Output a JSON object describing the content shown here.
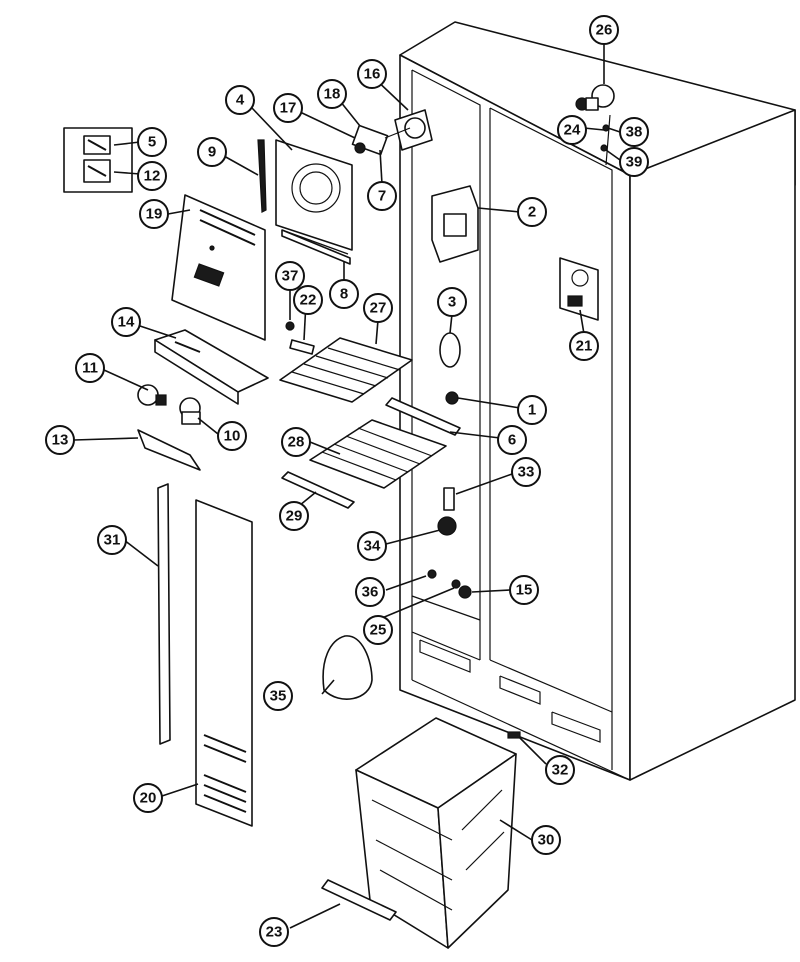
{
  "callouts": [
    {
      "id": "c1",
      "label": "1"
    },
    {
      "id": "c2",
      "label": "2"
    },
    {
      "id": "c3",
      "label": "3"
    },
    {
      "id": "c4",
      "label": "4"
    },
    {
      "id": "c5",
      "label": "5"
    },
    {
      "id": "c6",
      "label": "6"
    },
    {
      "id": "c7",
      "label": "7"
    },
    {
      "id": "c8",
      "label": "8"
    },
    {
      "id": "c9",
      "label": "9"
    },
    {
      "id": "c10",
      "label": "10"
    },
    {
      "id": "c11",
      "label": "11"
    },
    {
      "id": "c12",
      "label": "12"
    },
    {
      "id": "c13",
      "label": "13"
    },
    {
      "id": "c14",
      "label": "14"
    },
    {
      "id": "c15",
      "label": "15"
    },
    {
      "id": "c16",
      "label": "16"
    },
    {
      "id": "c17",
      "label": "17"
    },
    {
      "id": "c18",
      "label": "18"
    },
    {
      "id": "c19",
      "label": "19"
    },
    {
      "id": "c20",
      "label": "20"
    },
    {
      "id": "c21",
      "label": "21"
    },
    {
      "id": "c22",
      "label": "22"
    },
    {
      "id": "c23",
      "label": "23"
    },
    {
      "id": "c24",
      "label": "24"
    },
    {
      "id": "c25",
      "label": "25"
    },
    {
      "id": "c26",
      "label": "26"
    },
    {
      "id": "c27",
      "label": "27"
    },
    {
      "id": "c28",
      "label": "28"
    },
    {
      "id": "c29",
      "label": "29"
    },
    {
      "id": "c30",
      "label": "30"
    },
    {
      "id": "c31",
      "label": "31"
    },
    {
      "id": "c32",
      "label": "32"
    },
    {
      "id": "c33",
      "label": "33"
    },
    {
      "id": "c34",
      "label": "34"
    },
    {
      "id": "c35",
      "label": "35"
    },
    {
      "id": "c36",
      "label": "36"
    },
    {
      "id": "c37",
      "label": "37"
    },
    {
      "id": "c38",
      "label": "38"
    },
    {
      "id": "c39",
      "label": "39"
    }
  ]
}
